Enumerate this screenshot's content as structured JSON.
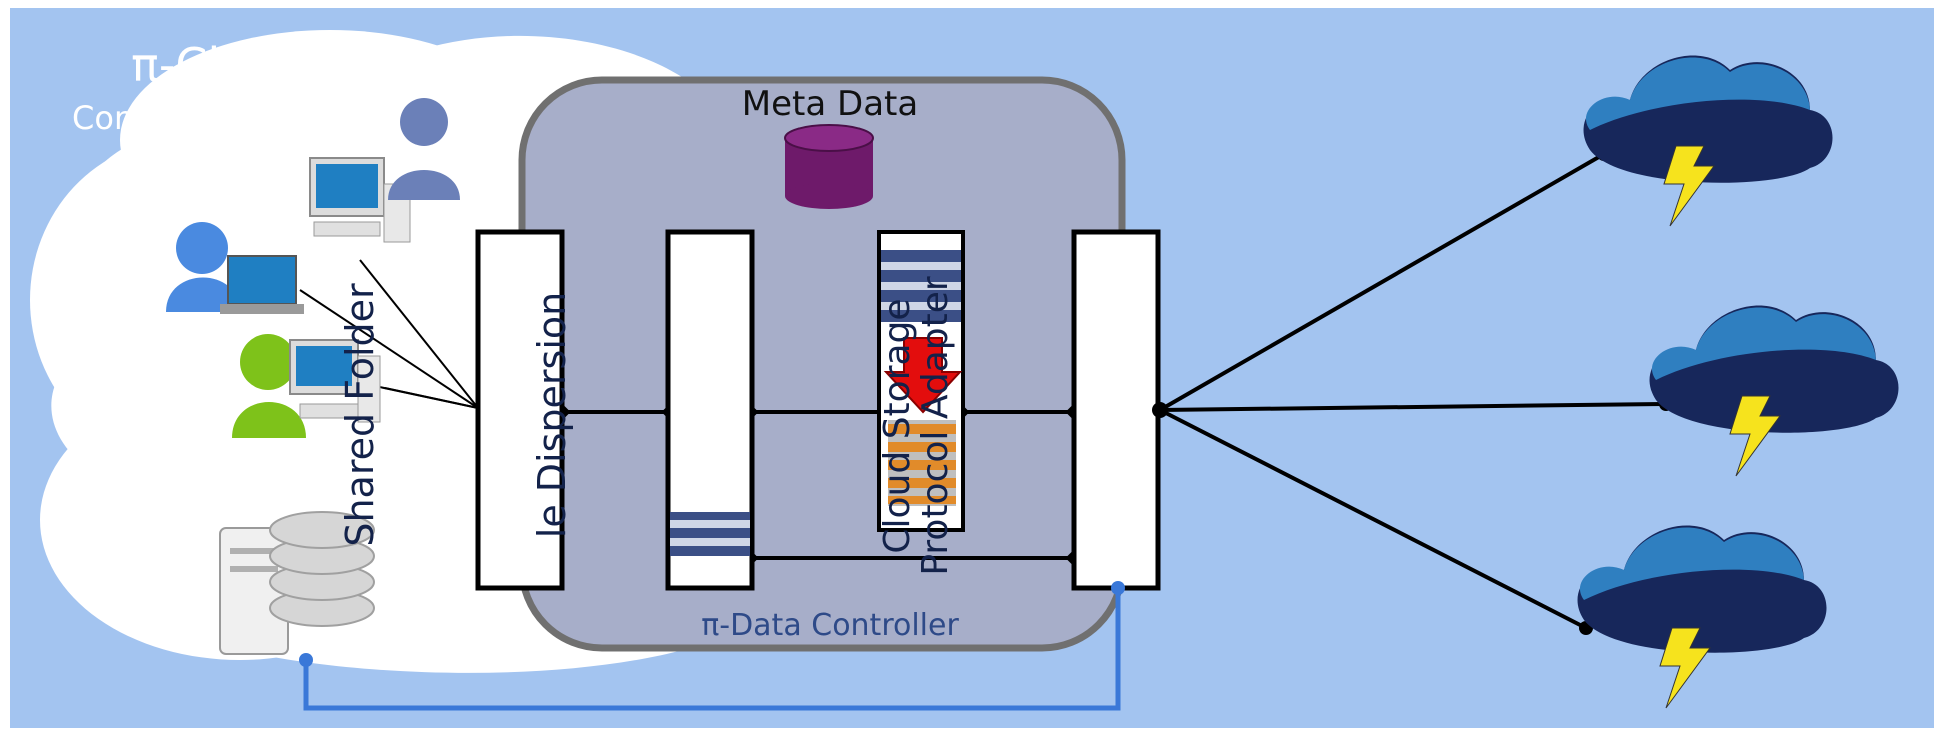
{
  "diagram": {
    "title": "π-Cloud =",
    "subtitle": "Company Intranet",
    "meta_label": "Meta Data",
    "controller_label": "π-Data Controller",
    "shared_folder_label": "Shared Folder",
    "dispersion_label": "le Dispersion",
    "adapter_label": [
      "Cloud Storage",
      "Protocol Adapter"
    ]
  },
  "colors": {
    "background": "#a3c4f0",
    "intranet_cloud": "#ffffff",
    "controller": "#a7aec9",
    "controller_border": "#707070",
    "database": "#6e1a6a",
    "arrow": "#e30d0d",
    "storm_cloud": "#17275b",
    "storm_cloud_top": "#2f7fc0",
    "lightning": "#f6e31d",
    "feedback_line": "#3a78d8"
  },
  "icons": [
    "user-icon",
    "computer-icon",
    "laptop-icon",
    "server-icon",
    "database-icon",
    "storm-cloud-icon",
    "lightning-icon",
    "arrow-down-icon"
  ]
}
